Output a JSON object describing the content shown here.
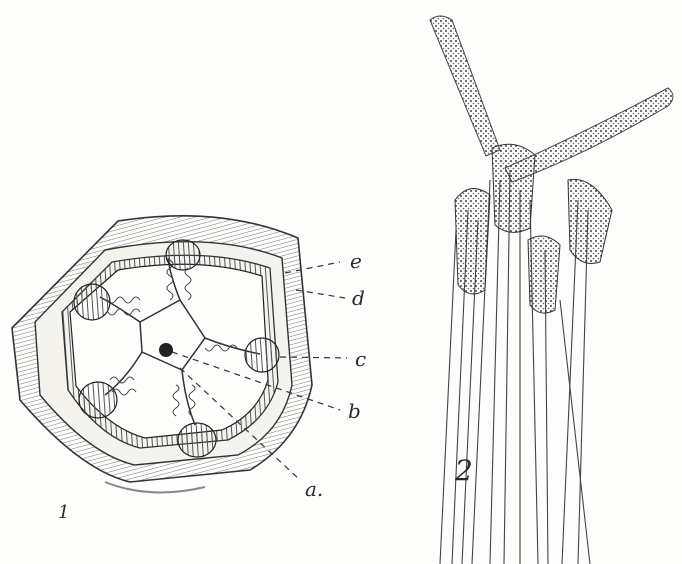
{
  "figures": [
    {
      "number": "1"
    },
    {
      "number": "2"
    }
  ],
  "labels": {
    "e": "e",
    "d": "d",
    "c": "c",
    "b": "b",
    "a": "a."
  }
}
